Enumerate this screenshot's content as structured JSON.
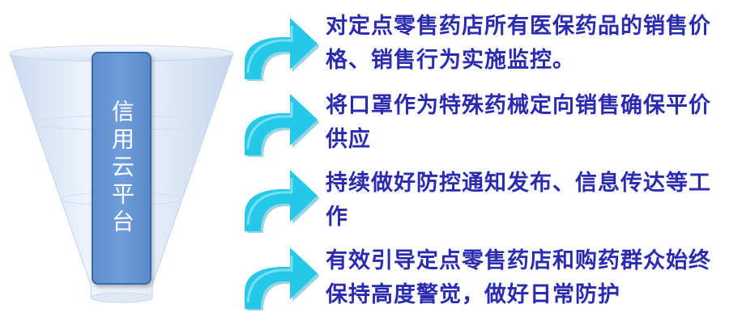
{
  "platform": {
    "label": "信用云平台"
  },
  "items": [
    {
      "text": "对定点零售药店所有医保药品的销售价格、销售行为实施监控。"
    },
    {
      "text": "将口罩作为特殊药械定向销售确保平价供应"
    },
    {
      "text": "持续做好防控通知发布、信息传达等工作"
    },
    {
      "text": "有效引导定点零售药店和购药群众始终保持高度警觉，做好日常防护"
    }
  ],
  "colors": {
    "funnel": "#dce8f6",
    "platform_box": "#6a98d6",
    "arrow": "#25c8e8",
    "text": "#2b2bb0"
  }
}
